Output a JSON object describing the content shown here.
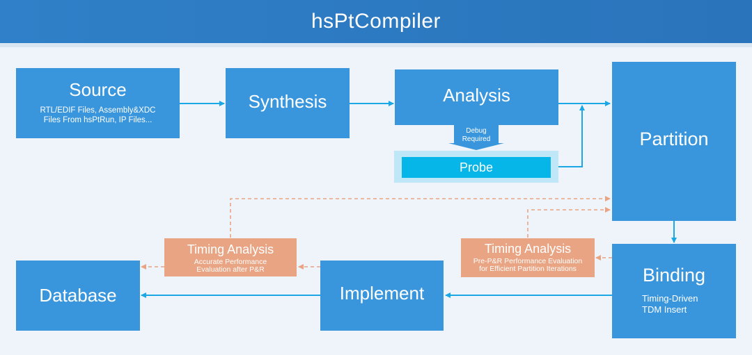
{
  "header": {
    "title": "hsPtCompiler"
  },
  "source": {
    "title": "Source",
    "line1": "RTL/EDIF Files, Assembly&XDC",
    "line2": "Files From hsPtRun, IP Files..."
  },
  "synthesis": {
    "title": "Synthesis"
  },
  "analysis": {
    "title": "Analysis"
  },
  "debug": {
    "line1": "Debug",
    "line2": "Required"
  },
  "probe": {
    "title": "Probe"
  },
  "partition": {
    "title": "Partition"
  },
  "binding": {
    "title": "Binding",
    "line1": "Timing-Driven",
    "line2": "TDM Insert"
  },
  "timing_pre": {
    "title": "Timing Analysis",
    "line1": "Pre-P&R Performance Evaluation",
    "line2": "for Efficient Partition Iterations"
  },
  "timing_post": {
    "title": "Timing Analysis",
    "line1": "Accurate Performance",
    "line2": "Evaluation after P&R"
  },
  "implement": {
    "title": "Implement"
  },
  "database": {
    "title": "Database"
  },
  "colors": {
    "header": "#2f80c8",
    "box": "#3a96dc",
    "arrow": "#1aa7e6",
    "probe": "#06b6e8",
    "timing": "#e8a483"
  }
}
